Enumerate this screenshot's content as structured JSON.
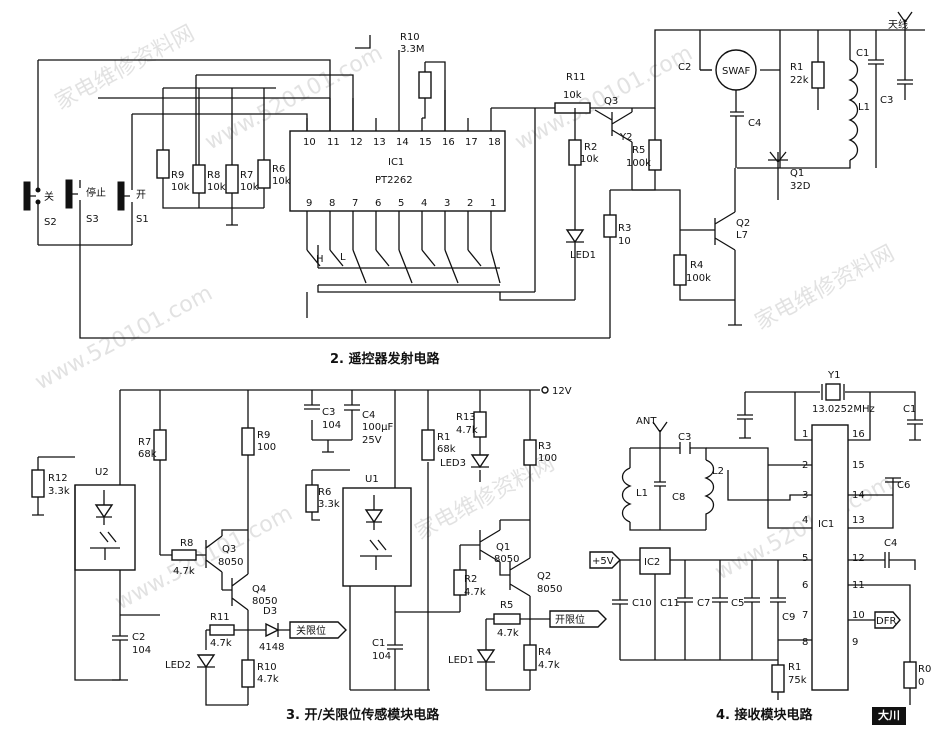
{
  "watermark_site": "www.520101.com",
  "watermark_cn": "家电维修资料网",
  "corner_badge": "大川",
  "captions": {
    "tx": "2. 遥控器发射电路",
    "limit": "3. 开/关限位传感模块电路",
    "rx": "4. 接收模块电路"
  },
  "tx": {
    "r10": "R10",
    "r10v": "3.3M",
    "r11": "R11",
    "r11v": "10k",
    "ic_name": "IC1",
    "ic_part": "PT2262",
    "pins_top": [
      "10",
      "11",
      "12",
      "13",
      "14",
      "15",
      "16",
      "17",
      "18"
    ],
    "pins_bot": [
      "9",
      "8",
      "7",
      "6",
      "5",
      "4",
      "3",
      "2",
      "1"
    ],
    "h": "H",
    "l": "L",
    "sw_close": "关",
    "sw_stop": "停止",
    "sw_open": "开",
    "s1": "S1",
    "s2": "S2",
    "s3": "S3",
    "r9": "R9",
    "r9v": "10k",
    "r8": "R8",
    "r8v": "10k",
    "r7": "R7",
    "r7v": "10k",
    "r6": "R6",
    "r6v": "10k",
    "q3": "Q3",
    "y2": "Y2",
    "r2": "R2",
    "r2v": "10k",
    "r5": "R5",
    "r5v": "100k",
    "r3": "R3",
    "r3v": "10",
    "led1": "LED1",
    "c2": "C2",
    "swaf": "SWAF",
    "r1": "R1",
    "r1v": "22k",
    "c1": "C1",
    "c3": "C3",
    "c4": "C4",
    "l1": "L1",
    "antenna": "天线",
    "q1": "Q1",
    "q1v": "32D",
    "q2": "Q2",
    "q2v": "L7",
    "r4": "R4",
    "r4v": "100k"
  },
  "limit": {
    "vcc": "12V",
    "r12": "R12",
    "r12v": "3.3k",
    "u2": "U2",
    "r7": "R7",
    "r7v": "68k",
    "r9": "R9",
    "r9v": "100",
    "r8": "R8",
    "r8v": "4.7k",
    "q3": "Q3",
    "q3v": "8050",
    "q4": "Q4",
    "q4v": "8050",
    "r11": "R11",
    "r11v": "4.7k",
    "d3": "D3",
    "d3v": "4148",
    "out_close": "关限位",
    "led2": "LED2",
    "r10": "R10",
    "r10v": "4.7k",
    "c2": "C2",
    "c2v": "104",
    "c3": "C3",
    "c3v": "104",
    "c4": "C4",
    "c4v1": "100μF",
    "c4v2": "25V",
    "r6": "R6",
    "r6v": "3.3k",
    "u1": "U1",
    "r1": "R1",
    "r1v": "68k",
    "c1": "C1",
    "c1v": "104",
    "r13": "R13",
    "r13v": "4.7k",
    "led3": "LED3",
    "r3": "R3",
    "r3v": "100",
    "q1": "Q1",
    "q1v": "8050",
    "q2": "Q2",
    "q2v": "8050",
    "r2": "R2",
    "r2v": "4.7k",
    "r5": "R5",
    "r5v": "4.7k",
    "out_open": "开限位",
    "led1": "LED1",
    "r4": "R4",
    "r4v": "4.7k"
  },
  "rx": {
    "y1": "Y1",
    "y1v": "13.0252MHz",
    "ant": "ANT",
    "c3": "C3",
    "l1": "L1",
    "c8": "C8",
    "l2": "L2",
    "c1": "C1",
    "c6": "C6",
    "c4": "C4",
    "ic1": "IC1",
    "ic2": "IC2",
    "pins_left": [
      "1",
      "2",
      "3",
      "4",
      "5",
      "6",
      "7",
      "8"
    ],
    "pins_right": [
      "16",
      "15",
      "14",
      "13",
      "12",
      "11",
      "10",
      "9"
    ],
    "vin": "+5V",
    "c10": "C10",
    "c11": "C11",
    "c7": "C7",
    "c5": "C5",
    "c9": "C9",
    "r1": "R1",
    "r1v": "75k",
    "dfr": "DFR",
    "r0": "R0",
    "r0v": "0"
  }
}
